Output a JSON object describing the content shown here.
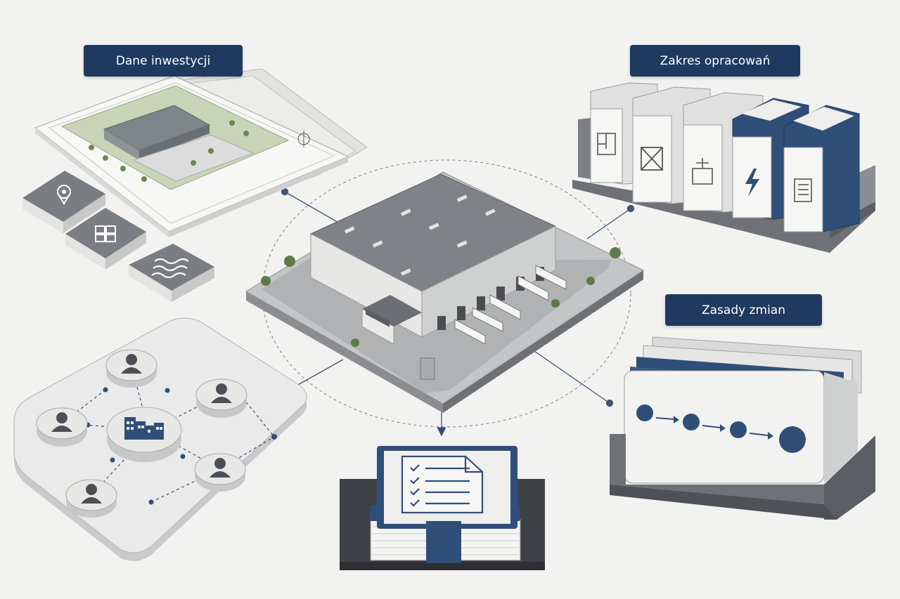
{
  "labels": {
    "dane_inwestycji": "Dane inwestycji",
    "zakres_opracowan": "Zakres opracowań",
    "zasady_zmian": "Zasady zmian"
  },
  "icons": {
    "input_tiles": [
      "location-pin-icon",
      "layout-grid-icon",
      "waves-icon"
    ],
    "binders": [
      "floor-plan-icon",
      "structure-icon",
      "installation-icon",
      "electrical-icon",
      "document-icon"
    ],
    "network_nodes": [
      "person-icon",
      "person-icon",
      "person-icon",
      "person-icon",
      "person-icon",
      "building-icon"
    ],
    "output_book": "checklist-document-icon",
    "process_card": "process-flow-icon"
  },
  "colors": {
    "navy": "#1e3a5f",
    "steel_blue": "#2f4f78",
    "gray": "#7a7d82",
    "light": "#f2f2f1"
  }
}
